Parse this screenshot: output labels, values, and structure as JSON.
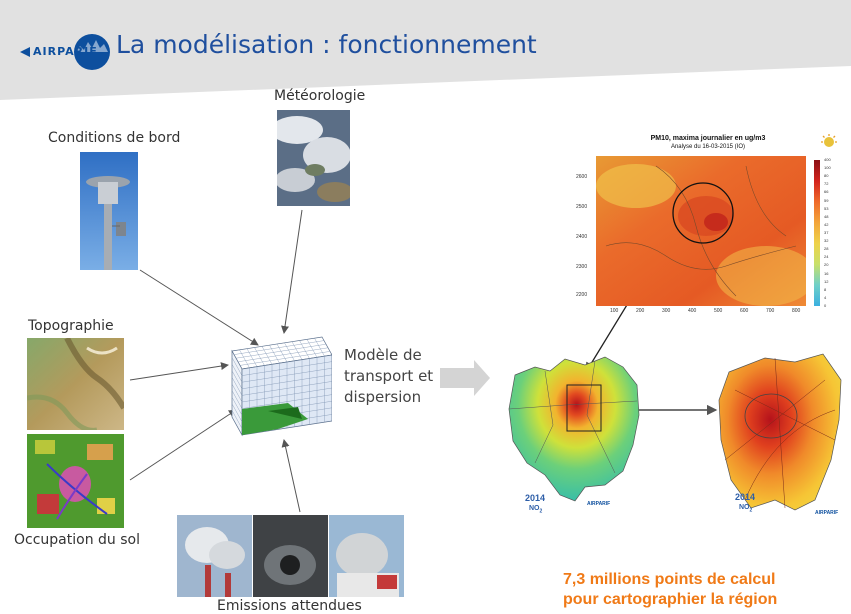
{
  "header": {
    "title": "La modélisation : fonctionnement",
    "logo_text": "AIRPARIF",
    "band_color": "#e1e1e1",
    "title_color": "#1f4f9e"
  },
  "inputs": {
    "conditions_de_bord": "Conditions de bord",
    "meteorologie": "Météorologie",
    "topographie": "Topographie",
    "occupation_du_sol": "Occupation du sol",
    "emissions": "Emissions attendues"
  },
  "model": {
    "label_line1": "Modèle de",
    "label_line2": "transport et",
    "label_line3": "dispersion"
  },
  "pm10_map": {
    "title": "PM10, maxima journalier en ug/m3",
    "subtitle": "Analyse du 16-03-2015 (IO)",
    "y_ticks": [
      "2600",
      "2500",
      "2400",
      "2300",
      "2200"
    ],
    "x_ticks": [
      "100",
      "200",
      "300",
      "400",
      "500",
      "600",
      "700",
      "800"
    ],
    "colorbar_ticks": [
      "400",
      "100",
      "80",
      "72",
      "66",
      "59",
      "53",
      "48",
      "42",
      "37",
      "32",
      "28",
      "24",
      "20",
      "16",
      "12",
      "8",
      "4",
      "0"
    ]
  },
  "idf_map": {
    "year": "2014",
    "pollutant": "NO",
    "pollutant_sub": "2",
    "logo": "AIRPARIF"
  },
  "paris_map": {
    "year": "2014",
    "pollutant": "NO",
    "pollutant_sub": "2",
    "logo": "AIRPARIF"
  },
  "stat": {
    "line1": "7,3 millions points de calcul",
    "line2": "pour cartographier la région",
    "color": "#f07a17"
  }
}
